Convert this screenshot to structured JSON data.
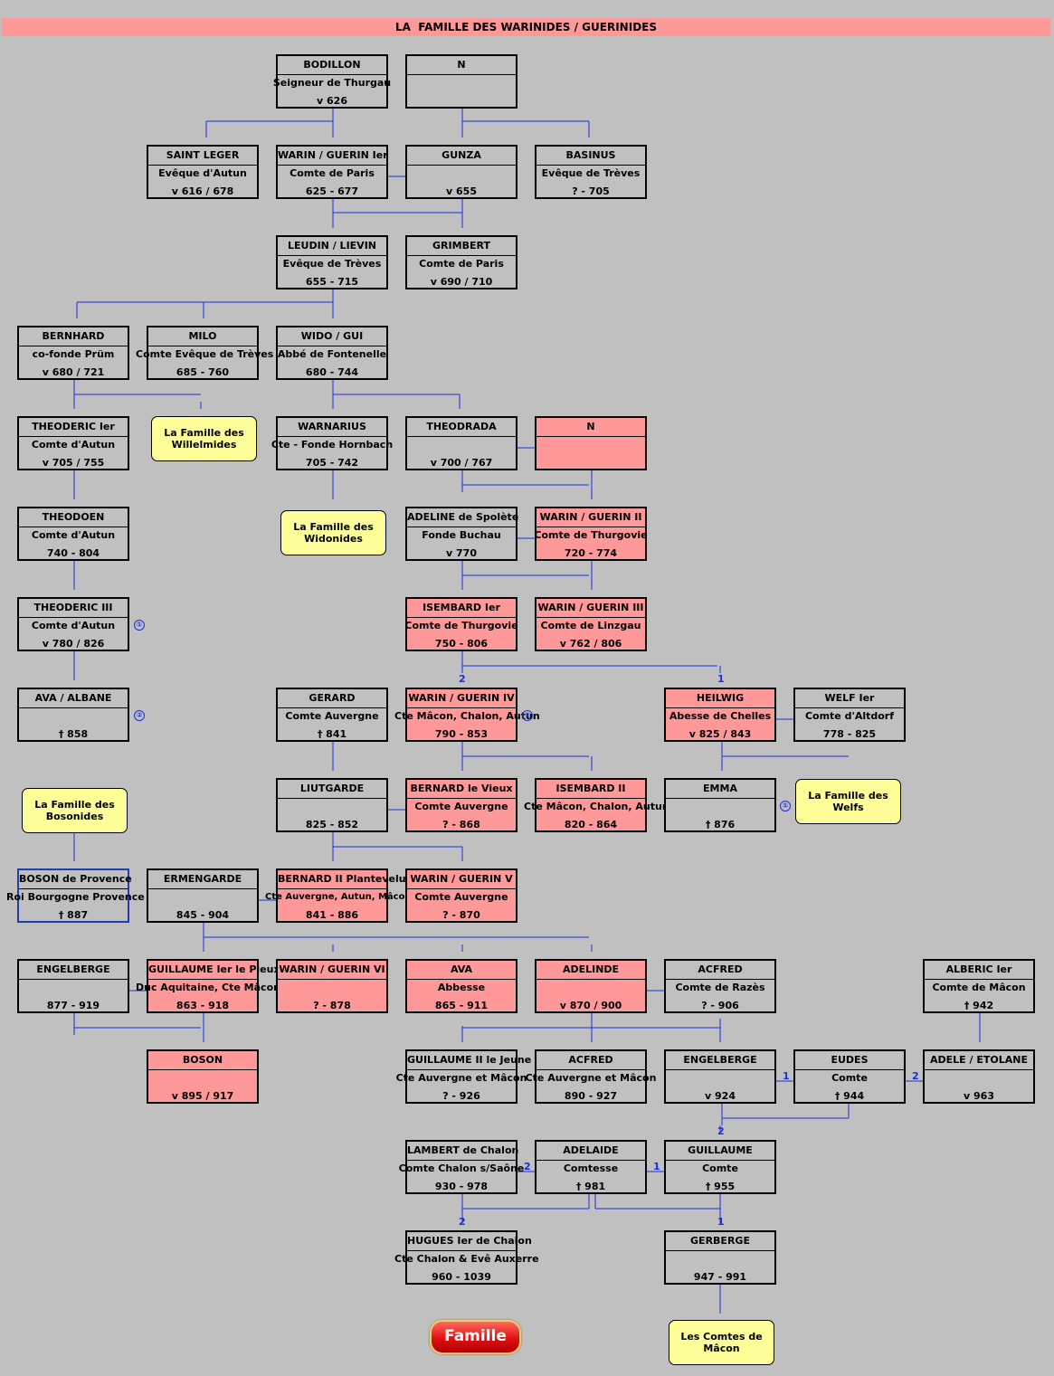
{
  "title": "LA  FAMILLE DES WARINIDES / GUERINIDES",
  "colors": {
    "background": "#c0c0c0",
    "highlight": "#ff9999",
    "note": "#ffff99",
    "connector": "#1a2ee0"
  },
  "persons": [
    {
      "id": "bodillon",
      "name": "BODILLON",
      "title": "Seigneur de Thurgau",
      "dates": "v 626"
    },
    {
      "id": "n1",
      "name": "N",
      "title": "",
      "dates": ""
    },
    {
      "id": "saint-leger",
      "name": "SAINT LEGER",
      "title": "Evêque d'Autun",
      "dates": "v 616 / 678"
    },
    {
      "id": "warin-1",
      "name": "WARIN / GUERIN Ier",
      "title": "Comte de Paris",
      "dates": "625 - 677"
    },
    {
      "id": "gunza",
      "name": "GUNZA",
      "title": "",
      "dates": "v 655"
    },
    {
      "id": "basinus",
      "name": "BASINUS",
      "title": "Evêque de Trèves",
      "dates": "? - 705"
    },
    {
      "id": "leudin",
      "name": "LEUDIN / LIEVIN",
      "title": "Evêque de Trèves",
      "dates": "655 - 715"
    },
    {
      "id": "grimbert",
      "name": "GRIMBERT",
      "title": "Comte de Paris",
      "dates": "v 690 / 710"
    },
    {
      "id": "bernhard",
      "name": "BERNHARD",
      "title": "co-fonde Prüm",
      "dates": "v 680 / 721"
    },
    {
      "id": "milo",
      "name": "MILO",
      "title": "Comte Evêque de Trèves",
      "dates": "685 - 760"
    },
    {
      "id": "wido",
      "name": "WIDO / GUI",
      "title": "Abbé de Fontenelle",
      "dates": "680 - 744"
    },
    {
      "id": "theoderic-1",
      "name": "THEODERIC Ier",
      "title": "Comte d'Autun",
      "dates": "v 705 / 755"
    },
    {
      "id": "warnarius",
      "name": "WARNARIUS",
      "title": "Cte - Fonde Hornbach",
      "dates": "705 - 742"
    },
    {
      "id": "theodrada",
      "name": "THEODRADA",
      "title": "",
      "dates": "v 700 / 767"
    },
    {
      "id": "n2",
      "name": "N",
      "title": "",
      "dates": ""
    },
    {
      "id": "theodoen",
      "name": "THEODOEN",
      "title": "Comte d'Autun",
      "dates": "740 - 804"
    },
    {
      "id": "adeline",
      "name": "ADELINE de Spolète",
      "title": "Fonde Buchau",
      "dates": "v 770"
    },
    {
      "id": "warin-2",
      "name": "WARIN / GUERIN II",
      "title": "Comte de Thurgovie",
      "dates": "720 - 774"
    },
    {
      "id": "theoderic-3",
      "name": "THEODERIC III",
      "title": "Comte d'Autun",
      "dates": "v 780 / 826"
    },
    {
      "id": "isembard-1",
      "name": "ISEMBARD Ier",
      "title": "Comte de Thurgovie",
      "dates": "750 - 806"
    },
    {
      "id": "warin-3",
      "name": "WARIN / GUERIN III",
      "title": "Comte de Linzgau",
      "dates": "v 762 / 806"
    },
    {
      "id": "ava-albane",
      "name": "AVA / ALBANE",
      "title": "",
      "dates": "† 858"
    },
    {
      "id": "gerard",
      "name": "GERARD",
      "title": "Comte Auvergne",
      "dates": "† 841"
    },
    {
      "id": "warin-4",
      "name": "WARIN / GUERIN IV",
      "title": "Cte Mâcon, Chalon, Autun",
      "dates": "790 - 853"
    },
    {
      "id": "heilwig",
      "name": "HEILWIG",
      "title": "Abesse de Chelles",
      "dates": "v 825 / 843"
    },
    {
      "id": "welf",
      "name": "WELF Ier",
      "title": "Comte d'Altdorf",
      "dates": "778 - 825"
    },
    {
      "id": "liutgarde",
      "name": "LIUTGARDE",
      "title": "",
      "dates": "825 - 852"
    },
    {
      "id": "bernard-vieux",
      "name": "BERNARD le Vieux",
      "title": "Comte Auvergne",
      "dates": "? - 868"
    },
    {
      "id": "isembard-2",
      "name": "ISEMBARD II",
      "title": "Cte Mâcon, Chalon, Autun",
      "dates": "820 - 864"
    },
    {
      "id": "emma",
      "name": "EMMA",
      "title": "",
      "dates": "† 876"
    },
    {
      "id": "boson",
      "name": "BOSON de Provence",
      "title": "Roi Bourgogne Provence",
      "dates": "† 887"
    },
    {
      "id": "ermengarde",
      "name": "ERMENGARDE",
      "title": "",
      "dates": "845 - 904"
    },
    {
      "id": "bernard-2",
      "name": "BERNARD II Plantevelue",
      "title": "Cte Auvergne, Autun, Mâcon",
      "dates": "841 - 886"
    },
    {
      "id": "warin-5",
      "name": "WARIN / GUERIN V",
      "title": "Comte Auvergne",
      "dates": "? - 870"
    },
    {
      "id": "engelberge-1",
      "name": "ENGELBERGE",
      "title": "",
      "dates": "877 - 919"
    },
    {
      "id": "guillaume-1",
      "name": "GUILLAUME Ier le Pieux",
      "title": "Duc Aquitaine, Cte Mâcon",
      "dates": "863 - 918"
    },
    {
      "id": "warin-6",
      "name": "WARIN / GUERIN VI",
      "title": "",
      "dates": "? - 878"
    },
    {
      "id": "ava",
      "name": "AVA",
      "title": "Abbesse",
      "dates": "865 - 911"
    },
    {
      "id": "adelinde",
      "name": "ADELINDE",
      "title": "",
      "dates": "v 870 / 900"
    },
    {
      "id": "acfred-1",
      "name": "ACFRED",
      "title": "Comte de Razès",
      "dates": "? - 906"
    },
    {
      "id": "alberic",
      "name": "ALBERIC Ier",
      "title": "Comte de Mâcon",
      "dates": "† 942"
    },
    {
      "id": "boson-2",
      "name": "BOSON",
      "title": "",
      "dates": "v 895 / 917"
    },
    {
      "id": "guillaume-2",
      "name": "GUILLAUME II le Jeune",
      "title": "Cte Auvergne et Mâcon",
      "dates": "? - 926"
    },
    {
      "id": "acfred-2",
      "name": "ACFRED",
      "title": "Cte Auvergne et Mâcon",
      "dates": "890 - 927"
    },
    {
      "id": "engelberge-2",
      "name": "ENGELBERGE",
      "title": "",
      "dates": "v 924"
    },
    {
      "id": "eudes",
      "name": "EUDES",
      "title": "Comte",
      "dates": "† 944"
    },
    {
      "id": "adele",
      "name": "ADELE / ETOLANE",
      "title": "",
      "dates": "v 963"
    },
    {
      "id": "lambert",
      "name": "LAMBERT de Chalon",
      "title": "Comte Chalon s/Saône",
      "dates": "930 - 978"
    },
    {
      "id": "adelaide",
      "name": "ADELAIDE",
      "title": "Comtesse",
      "dates": "† 981"
    },
    {
      "id": "guillaume-3",
      "name": "GUILLAUME",
      "title": "Comte",
      "dates": "†  955"
    },
    {
      "id": "hugues",
      "name": "HUGUES Ier de Chalon",
      "title": "Cte Chalon & Evê Auxerre",
      "dates": "960 - 1039"
    },
    {
      "id": "gerberge",
      "name": "GERBERGE",
      "title": "",
      "dates": "947 - 991"
    }
  ],
  "notes": [
    {
      "id": "willelmides",
      "text": "La Famille des\nWillelmides"
    },
    {
      "id": "widonides",
      "text": "La Famille des\nWidonides"
    },
    {
      "id": "bosonides",
      "text": "La Famille des\nBosonides"
    },
    {
      "id": "welfs",
      "text": "La Famille des\nWelfs"
    },
    {
      "id": "macon",
      "text": "Les Comtes de\nMâcon"
    }
  ],
  "marriage_labels": [
    "2",
    "1",
    "2",
    "1",
    "2",
    "1",
    "2",
    "2",
    "1"
  ],
  "circle_marks": [
    "①",
    "②",
    "②",
    "①"
  ],
  "button": {
    "label": "Famille"
  }
}
